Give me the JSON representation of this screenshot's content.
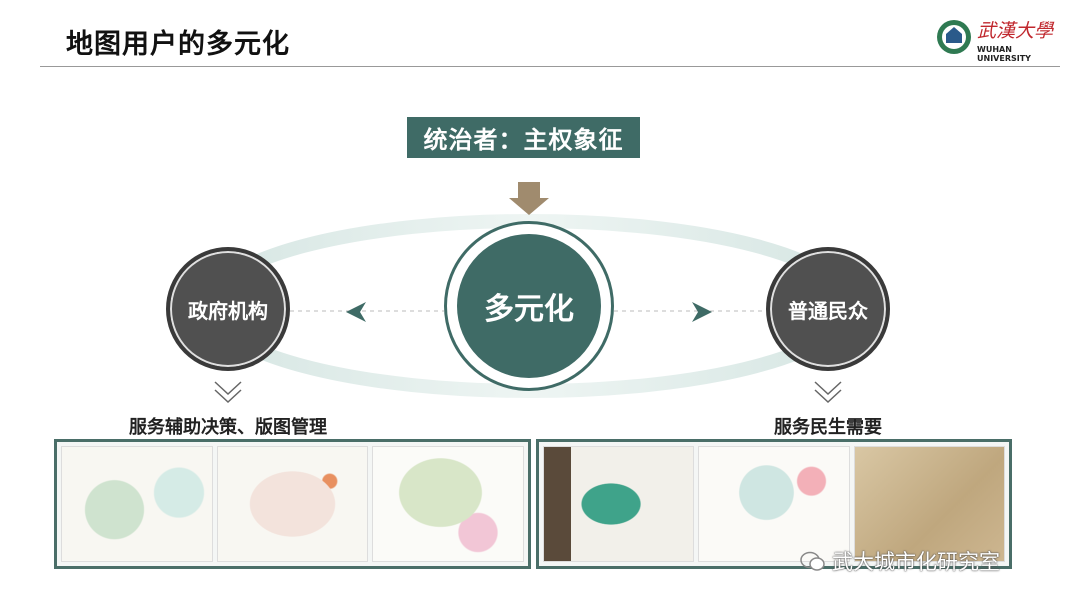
{
  "title": "地图用户的多元化",
  "logo": {
    "cn": "武漢大學",
    "en": "WUHAN UNIVERSITY"
  },
  "ruler": "统治者：主权象征",
  "center": "多元化",
  "left": {
    "node": "政府机构",
    "caption": "服务辅助决策、版图管理"
  },
  "right": {
    "node": "普通民众",
    "caption": "服务民生需要"
  },
  "watermark": "武大城市化研究室",
  "colors": {
    "teal": "#3f6b66",
    "arrow": "#a08b6e",
    "node": "#505050"
  }
}
